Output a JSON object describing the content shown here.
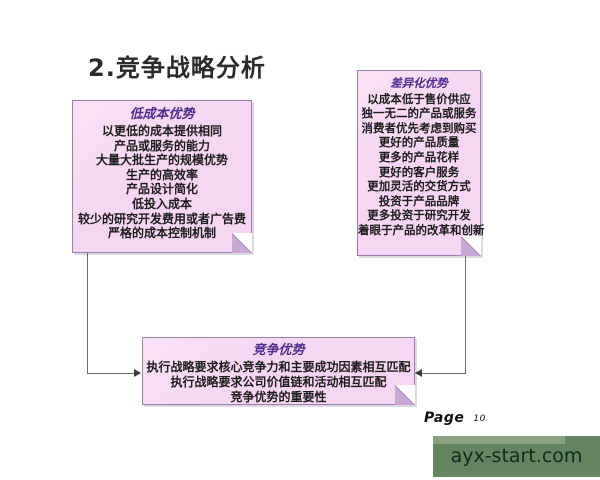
{
  "slide": {
    "title": "2.竞争战略分析",
    "page_label": "Page",
    "page_number": "10",
    "watermark": "ayx-start.com"
  },
  "colors": {
    "note_fill": "#f6d6f2",
    "note_border": "#9a7fae",
    "note_title": "#4a2d8c",
    "body_text": "#1c1c1c",
    "connector": "#6b6b6b",
    "watermark_bar": "#63855f",
    "watermark_strip": "#8aa184",
    "watermark_text": "#16271a"
  },
  "boxes": {
    "low_cost": {
      "title": "低成本优势",
      "lines": [
        "以更低的成本提供相同",
        "产品或服务的能力",
        "大量大批生产的规模优势",
        "生产的高效率",
        "产品设计简化",
        "低投入成本",
        "较少的研究开发费用或者广告费",
        "严格的成本控制机制"
      ]
    },
    "differentiation": {
      "title": "差异化优势",
      "lines": [
        "以成本低于售价供应",
        "独一无二的产品或服务",
        "消费者优先考虑到购买",
        "更好的产品质量",
        "更多的产品花样",
        "更好的客户服务",
        "更加灵活的交货方式",
        "投资于产品品牌",
        "更多投资于研究开发",
        "着眼于产品的改革和创新"
      ]
    },
    "competitive_advantage": {
      "title": "竞争优势",
      "lines": [
        "执行战略要求核心竞争力和主要成功因素相互匹配",
        "执行战略要求公司价值链和活动相互匹配",
        "竞争优势的重要性"
      ]
    }
  }
}
